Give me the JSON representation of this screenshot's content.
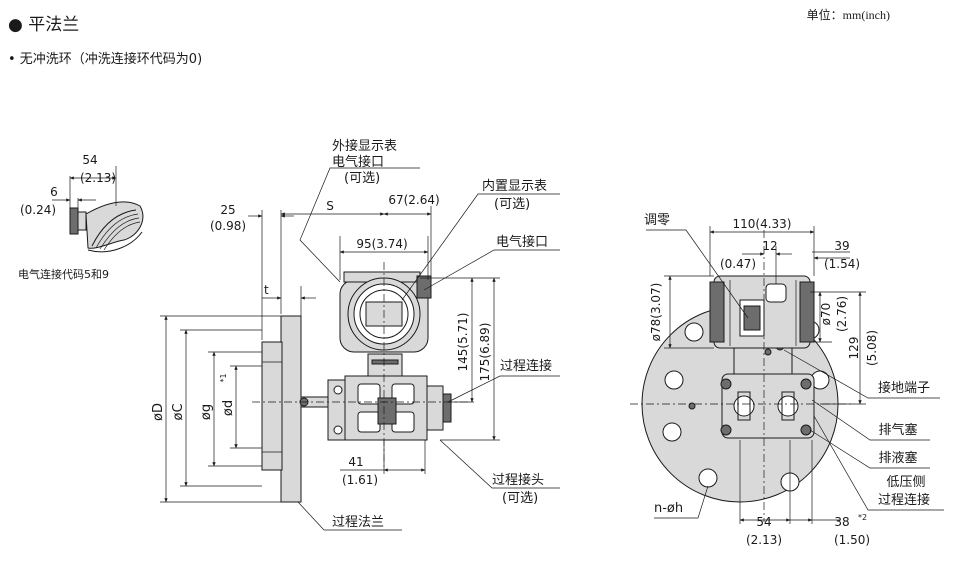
{
  "header": {
    "title": "● 平法兰",
    "subtitle": "•  无冲洗环（冲洗连接环代码为0)",
    "unit": "单位：mm(inch)"
  },
  "detail": {
    "dim_54": "54",
    "dim_54_in": "(2.13)",
    "dim_6": "6",
    "dim_6_in": "(0.24)",
    "caption": "电气连接代码5和9"
  },
  "side_view": {
    "dim_25": "25",
    "dim_25_in": "(0.98)",
    "dim_s": "S",
    "dim_67": "67(2.64)",
    "dim_95": "95(3.74)",
    "dim_t": "t",
    "dim_145": "145(5.71)",
    "dim_175": "175(6.89)",
    "dim_41": "41",
    "dim_41_in": "(1.61)",
    "dim_oD": "øD",
    "dim_oC": "øC",
    "dim_og": "øg",
    "dim_od": "ød",
    "dim_od_sup": "*1",
    "lbl_ext_display_1": "外接显示表",
    "lbl_ext_display_2": "电气接口",
    "lbl_ext_display_3": "(可选)",
    "lbl_int_display_1": "内置显示表",
    "lbl_int_display_2": "(可选)",
    "lbl_elec": "电气接口",
    "lbl_process_conn": "过程连接",
    "lbl_process_fitting_1": "过程接头",
    "lbl_process_fitting_2": "(可选)",
    "lbl_flange": "过程法兰"
  },
  "front_view": {
    "lbl_zero": "调零",
    "dim_110": "110(4.33)",
    "dim_12": "12",
    "dim_12_in": "(0.47)",
    "dim_39": "39",
    "dim_39_in": "(1.54)",
    "dim_78": "ø78(3.07)",
    "dim_70": "ø70",
    "dim_70_in": "(2.76)",
    "dim_129": "129",
    "dim_129_in": "(5.08)",
    "lbl_ground": "接地端子",
    "lbl_vent": "排气塞",
    "lbl_drain": "排液塞",
    "lbl_low_1": "低压侧",
    "lbl_low_2": "过程连接",
    "lbl_noh": "n-øh",
    "dim_54": "54",
    "dim_54_in": "(2.13)",
    "dim_38": "38",
    "dim_38_sup": "*2",
    "dim_38_in": "(1.50)"
  }
}
